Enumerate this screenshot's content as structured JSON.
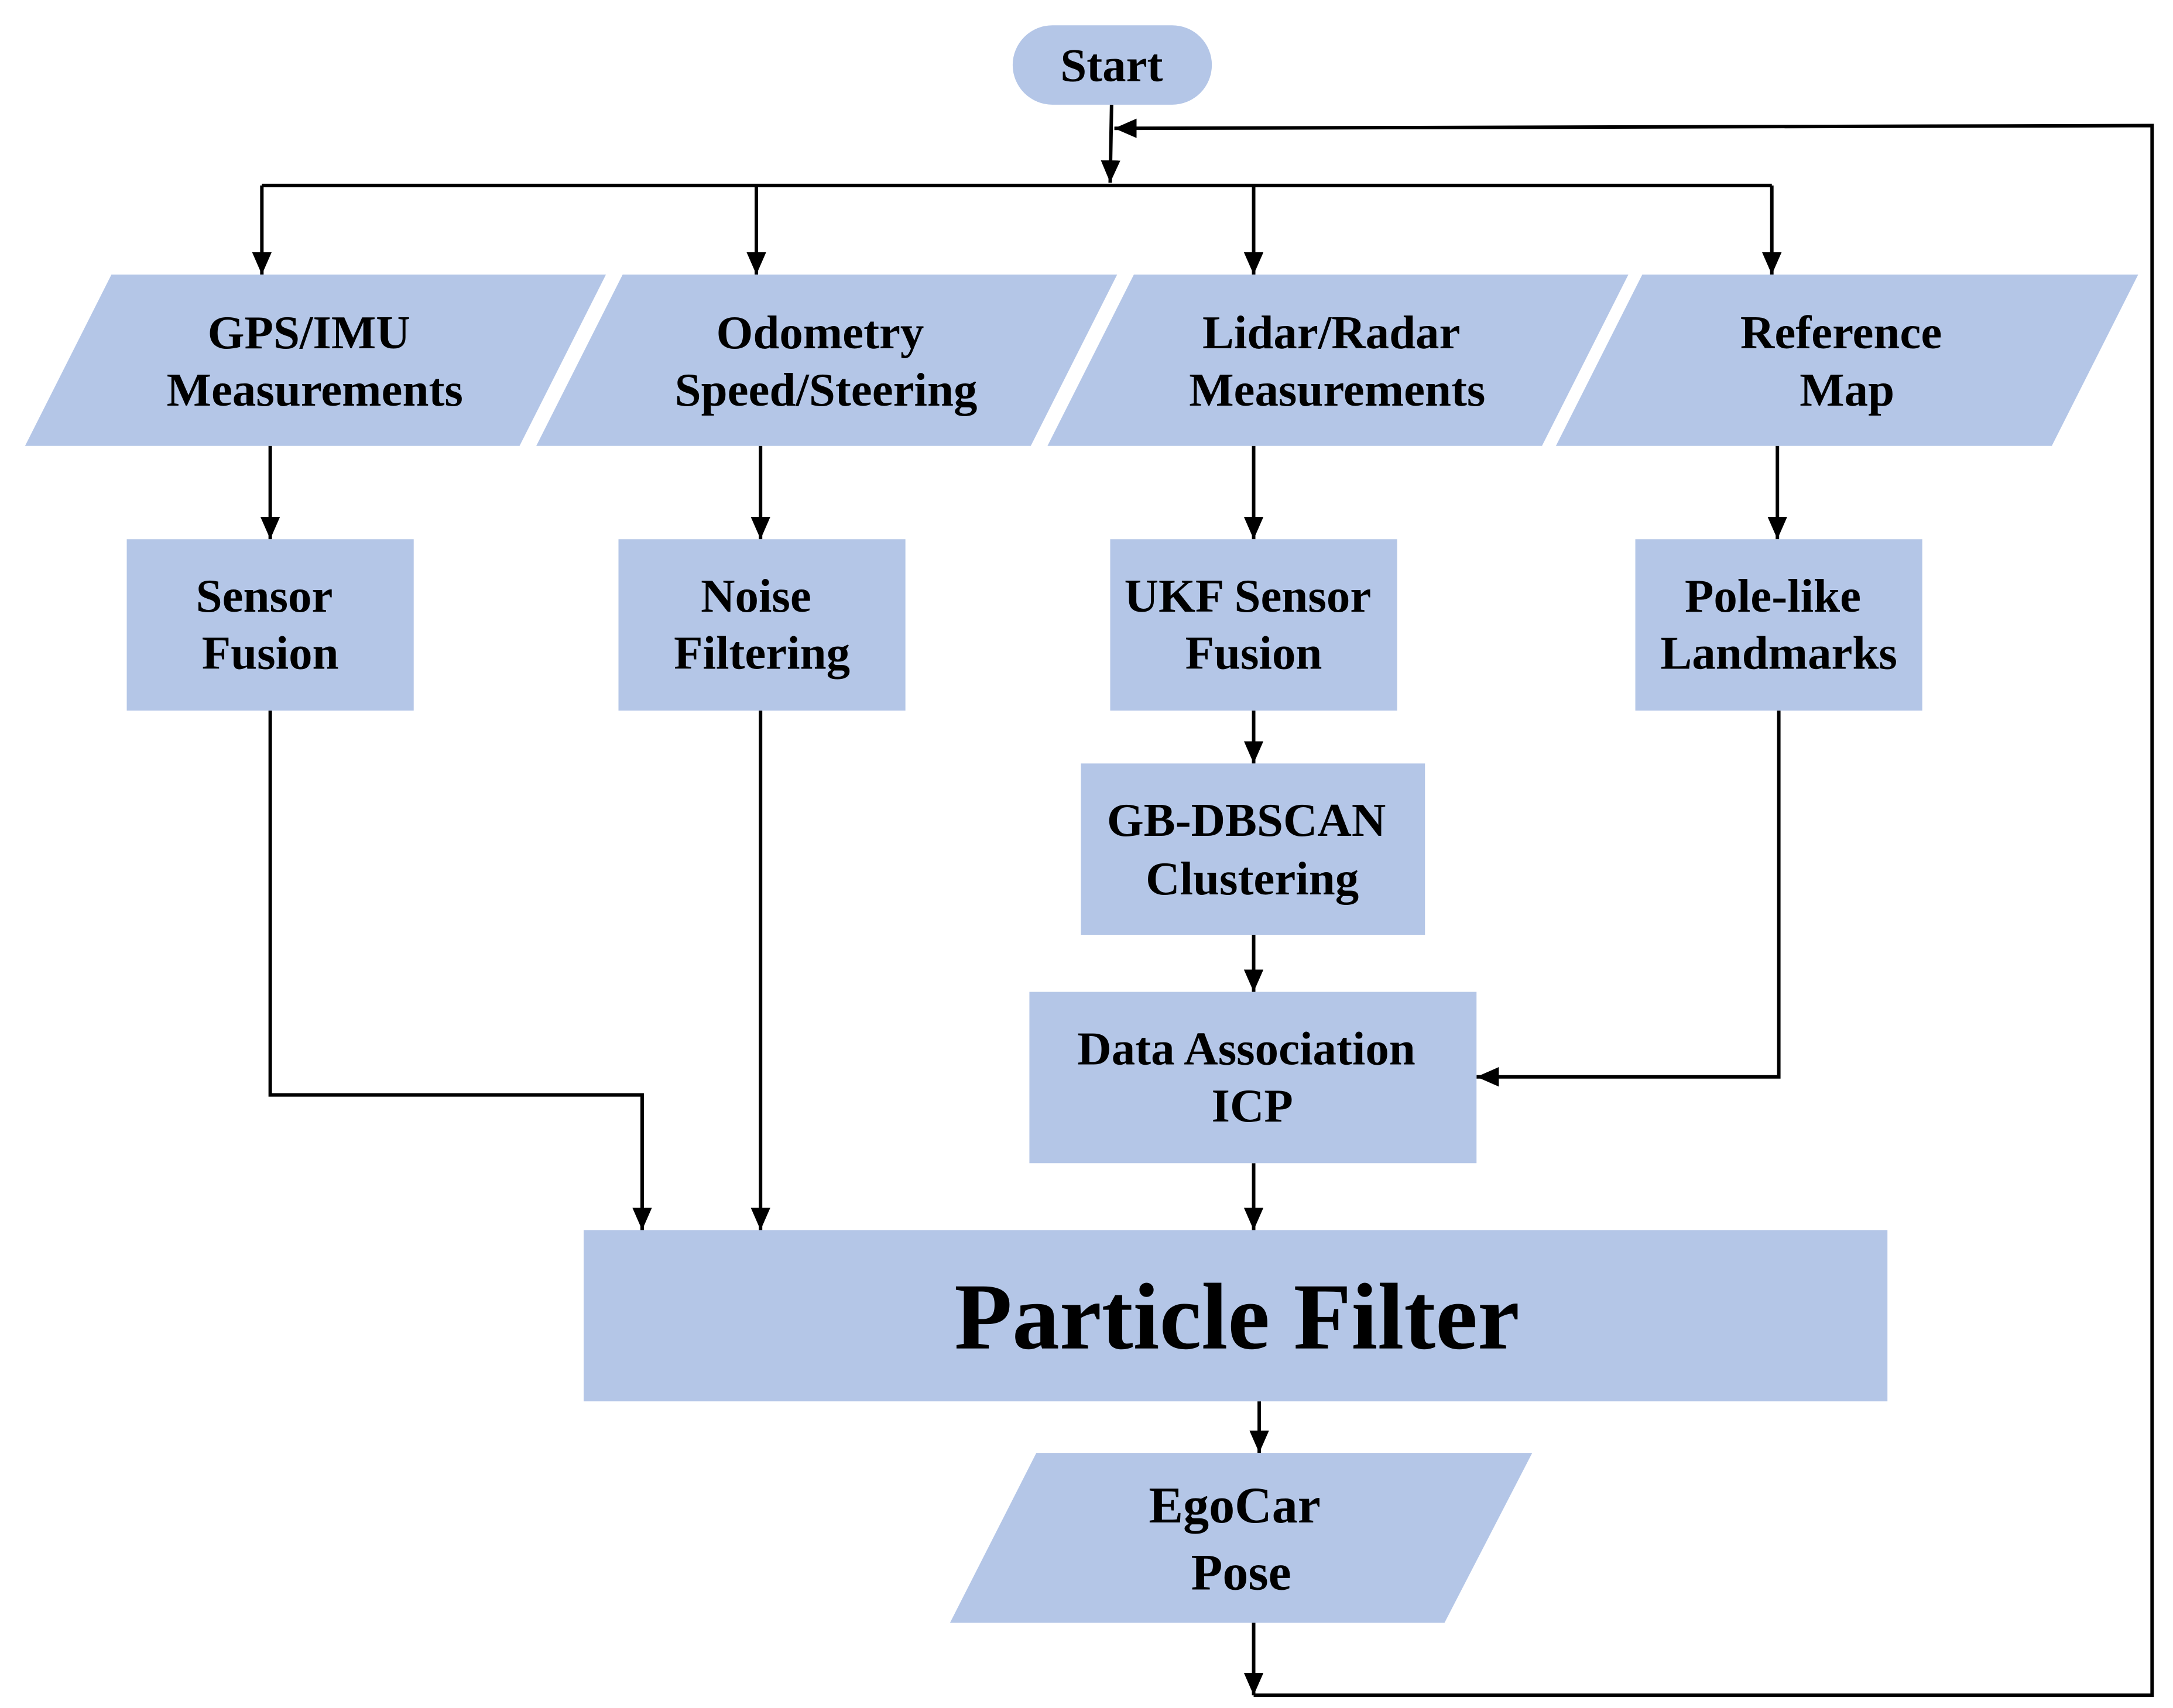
{
  "colors": {
    "box_fill": "#b4c6e7",
    "text": "#000000",
    "line": "#000000",
    "background": "#ffffff"
  },
  "nodes": {
    "start": {
      "lines": [
        "Start"
      ]
    },
    "gps_imu": {
      "lines": [
        "GPS/IMU",
        "Measurements"
      ]
    },
    "odometry": {
      "lines": [
        "Odometry",
        "Speed/Steering"
      ]
    },
    "lidar_radar": {
      "lines": [
        "Lidar/Radar",
        "Measurements"
      ]
    },
    "reference_map": {
      "lines": [
        "Reference",
        "Map"
      ]
    },
    "sensor_fusion": {
      "lines": [
        "Sensor",
        "Fusion"
      ]
    },
    "noise_filtering": {
      "lines": [
        "Noise",
        "Filtering"
      ]
    },
    "ukf_sensor_fusion": {
      "lines": [
        "UKF Sensor",
        "Fusion"
      ]
    },
    "pole_like_landmarks": {
      "lines": [
        "Pole-like",
        "Landmarks"
      ]
    },
    "gb_dbscan": {
      "lines": [
        "GB-DBSCAN",
        "Clustering"
      ]
    },
    "data_association": {
      "lines": [
        "Data Association",
        "ICP"
      ]
    },
    "particle_filter": {
      "lines": [
        "Particle Filter"
      ]
    },
    "egocar_pose": {
      "lines": [
        "EgoCar",
        "Pose"
      ]
    }
  }
}
